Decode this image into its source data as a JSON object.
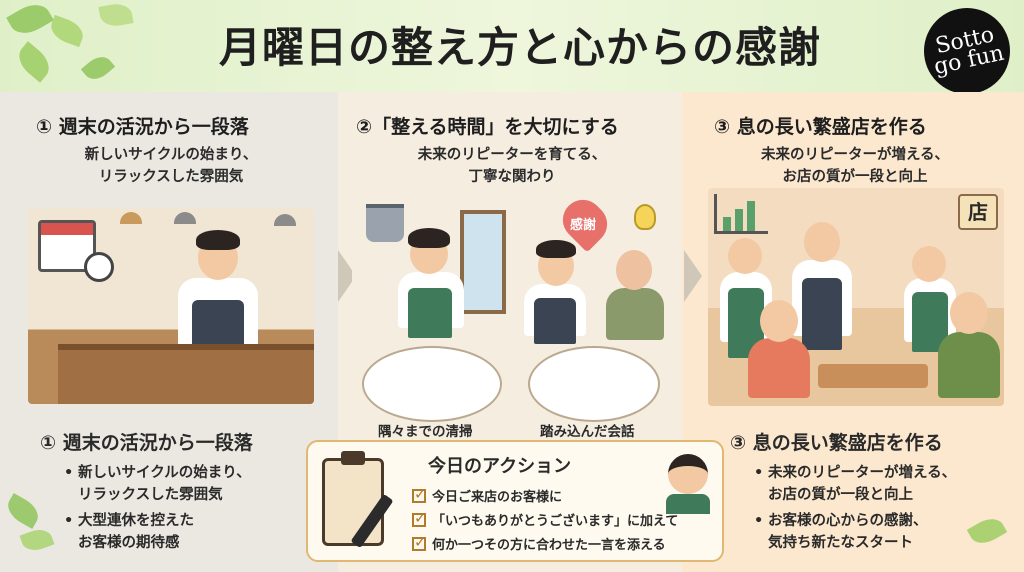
{
  "header": {
    "title": "月曜日の整え方と心からの感謝",
    "logo_text": "Sotto go fun"
  },
  "columns": [
    {
      "title": "① 週末の活況から一段落",
      "subtitle_lines": [
        "新しいサイクルの始まり、",
        "リラックスした雰囲気"
      ]
    },
    {
      "title": "②「整える時間」を大切にする",
      "subtitle_lines": [
        "未来のリピーターを育てる、",
        "丁寧な関わり"
      ],
      "captions": [
        "隅々までの清掃",
        "踏み込んだ会話"
      ],
      "heart_label": "感謝"
    },
    {
      "title": "③ 息の長い繁盛店を作る",
      "subtitle_lines": [
        "未来のリピーターが増える、",
        "お店の質が一段と向上"
      ],
      "sign": "店"
    }
  ],
  "sections": {
    "left": {
      "title": "① 週末の活況から一段落",
      "bullets": [
        [
          "新しいサイクルの始まり、",
          "リラックスした雰囲気"
        ],
        [
          "大型連休を控えた",
          "お客様の期待感"
        ]
      ]
    },
    "right": {
      "title": "③ 息の長い繁盛店を作る",
      "bullets": [
        [
          "未来のリピーターが増える、",
          "お店の質が一段と向上"
        ],
        [
          "お客様の心からの感謝、",
          "気持ち新たなスタート"
        ]
      ]
    }
  },
  "action": {
    "title": "今日のアクション",
    "items": [
      "今日ご来店のお客様に",
      "「いつもありがとうございます」に加えて",
      "何か一つその方に合わせた一言を添える"
    ]
  },
  "colors": {
    "header_bg": "#dff0c8",
    "col1_bg": "#ebe8e2",
    "col2_bg": "#f5ede0",
    "col3_bg": "#fbe8cf",
    "accent": "#e0b773"
  },
  "icons": [
    "calendar-icon",
    "clock-icon",
    "heart-icon",
    "lightbulb-icon",
    "clipboard-icon",
    "pen-icon",
    "chart-up-icon",
    "sparkle-icon",
    "leaf-icon"
  ]
}
